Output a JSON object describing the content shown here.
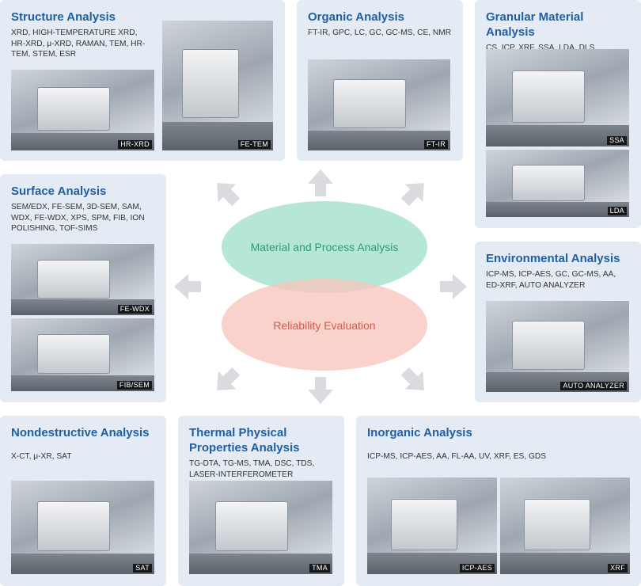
{
  "center": {
    "primary_label": "Material and Process Analysis",
    "secondary_label": "Reliability Evaluation",
    "primary_color": "#a9e2cf",
    "secondary_color": "#f6c7be",
    "primary_text_color": "#2e9a7a",
    "secondary_text_color": "#d45a4a",
    "arrow_color": "#d9dbde"
  },
  "cards": {
    "structure": {
      "title": "Structure Analysis",
      "desc": "XRD, HIGH-TEMPERATURE XRD, HR-XRD, μ-XRD, RAMAN, TEM, HR-TEM, STEM, ESR",
      "photos": [
        "HR-XRD",
        "FE-TEM"
      ]
    },
    "organic": {
      "title": "Organic Analysis",
      "desc": "FT-IR, GPC, LC, GC, GC-MS, CE, NMR",
      "photos": [
        "FT-IR"
      ]
    },
    "granular": {
      "title": "Granular Material Analysis",
      "desc": "CS, ICP, XRF, SSA, LDA, DLS",
      "photos": [
        "SSA",
        "LDA"
      ]
    },
    "surface": {
      "title": "Surface Analysis",
      "desc": "SEM/EDX, FE-SEM, 3D-SEM, SAM, WDX, FE-WDX, XPS, SPM, FIB, ION POLISHING, TOF-SIMS",
      "photos": [
        "FE-WDX",
        "FIB/SEM"
      ]
    },
    "environmental": {
      "title": "Environmental Analysis",
      "desc": "ICP-MS, ICP-AES, GC, GC-MS, AA, ED-XRF, AUTO ANALYZER",
      "photos": [
        "AUTO ANALYZER"
      ]
    },
    "nondestructive": {
      "title": "Nondestructive Analysis",
      "desc": "X-CT, μ-XR, SAT",
      "photos": [
        "SAT"
      ]
    },
    "thermal": {
      "title": "Thermal Physical Properties Analysis",
      "desc": "TG-DTA, TG-MS, TMA, DSC, TDS, LASER-INTERFEROMETER",
      "photos": [
        "TMA"
      ]
    },
    "inorganic": {
      "title": "Inorganic Analysis",
      "desc": "ICP-MS, ICP-AES, AA, FL-AA, UV, XRF, ES, GDS",
      "photos": [
        "ICP-AES",
        "XRF"
      ]
    }
  }
}
